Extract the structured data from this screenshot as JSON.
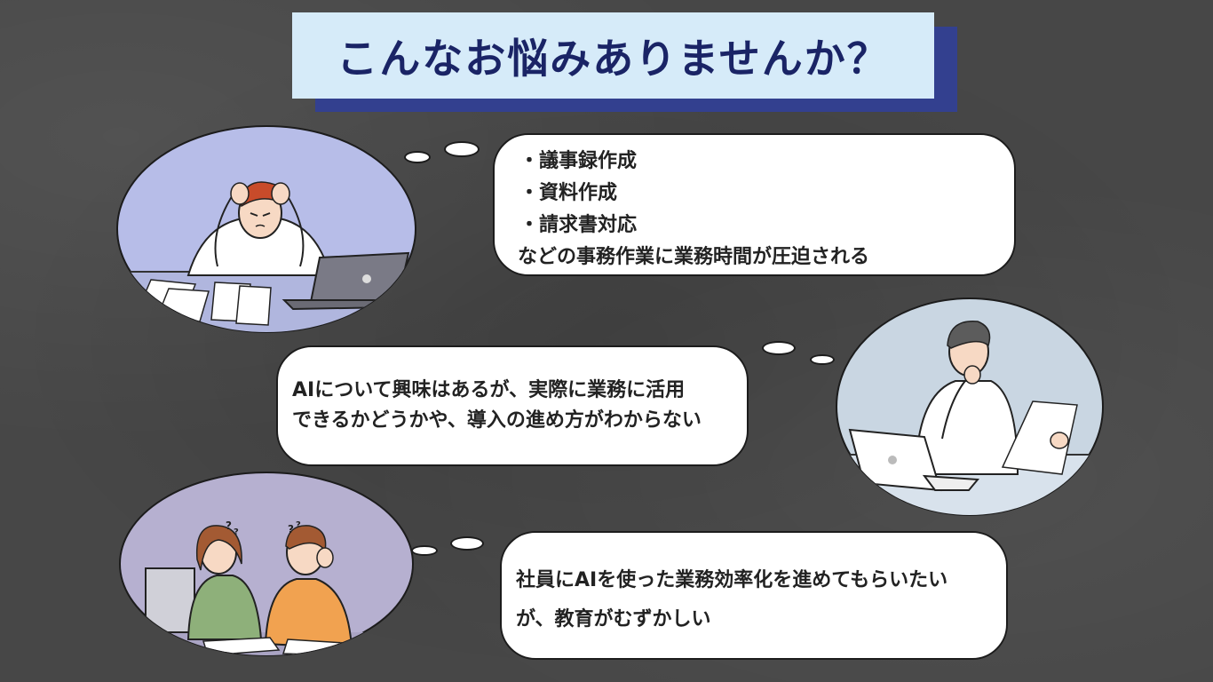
{
  "title": "こんなお悩みありませんか？",
  "colors": {
    "title_background": "#d6ebf9",
    "title_shadow": "#33408f",
    "title_text": "#1a2466",
    "background": "#474747",
    "bubble_fill": "#ffffff"
  },
  "concerns": [
    {
      "lines": [
        "・議事録作成",
        "・資料作成",
        "・請求書対応",
        "などの事務作業に業務時間が圧迫される"
      ]
    },
    {
      "lines": [
        "AIについて興味はあるが、実際に業務に活用",
        "できるかどうかや、導入の進め方がわからない"
      ]
    },
    {
      "lines": [
        "社員にAIを使った業務効率化を進めてもらいたい",
        "が、教育がむずかしい"
      ]
    }
  ],
  "illustrations": {
    "one": {
      "icon": "stressed-office-worker-icon",
      "question_marks": []
    },
    "two": {
      "icon": "thinking-businessman-icon"
    },
    "three": {
      "icon": "confused-coworkers-icon",
      "question_marks": [
        "?",
        "?",
        "?",
        "?"
      ]
    }
  }
}
